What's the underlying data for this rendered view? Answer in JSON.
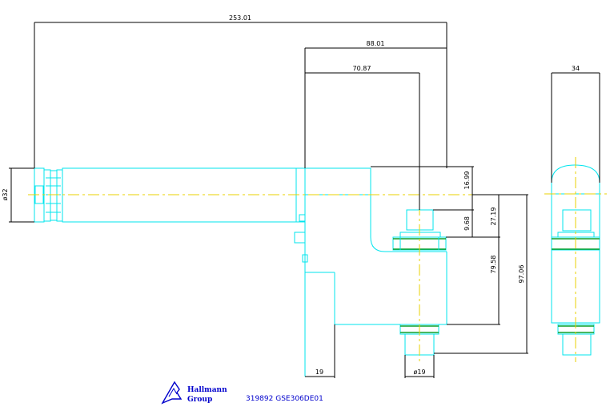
{
  "dimensions": {
    "overall_length": "253.01",
    "d_88": "88.01",
    "d_70": "70.87",
    "width_34": "34",
    "dia_32": "ø32",
    "v_16": "16.99",
    "v_9": "9.68",
    "v_27": "27.19",
    "v_79": "79.58",
    "v_97": "97.06",
    "base_19": "19",
    "dia_19": "ø19"
  },
  "footer": {
    "logo_line1": "Hallmann",
    "logo_line2": "Group",
    "part_number": "319892 GSE306DE01"
  },
  "colors": {
    "outline": "#00e5ee",
    "dimension": "#000000",
    "centerline": "#e8d100",
    "logo": "#0000cc"
  }
}
